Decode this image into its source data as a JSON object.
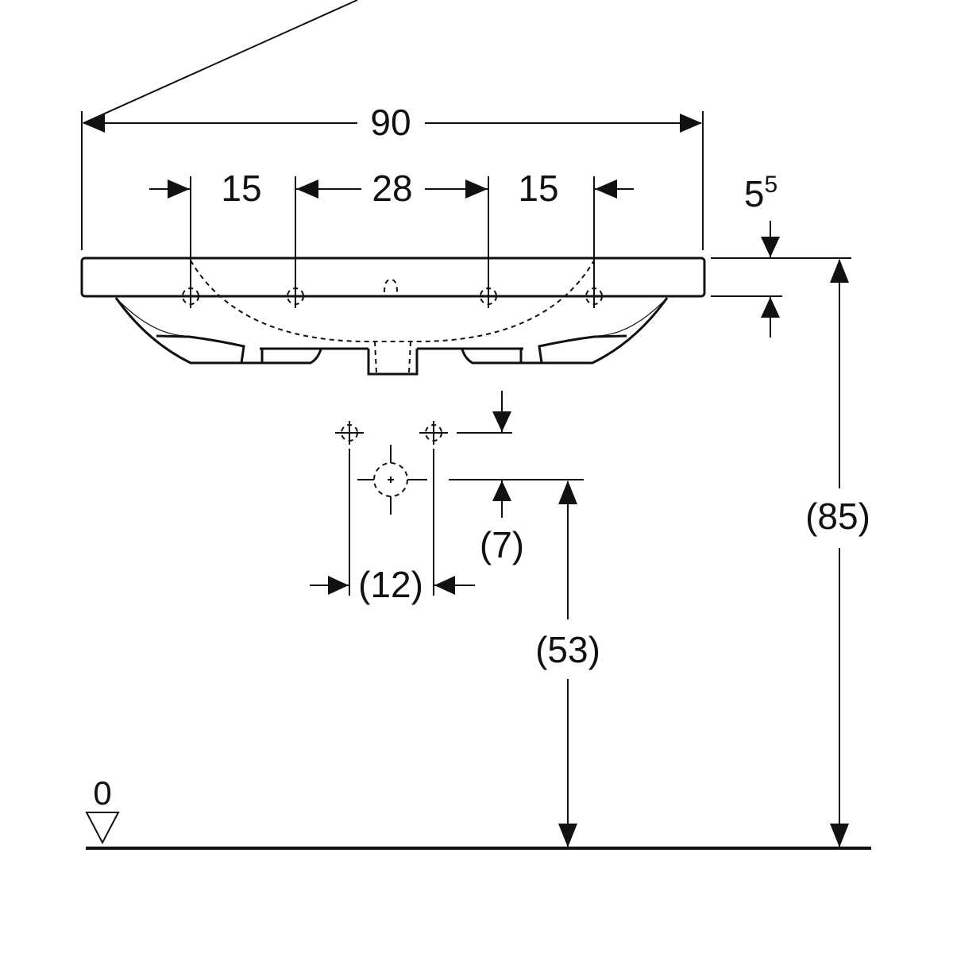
{
  "dimensions": {
    "overall_width": "90",
    "left_spacing": "15",
    "center_spacing": "28",
    "right_spacing": "15",
    "rim_height_base": "5",
    "rim_height_sup": "5",
    "total_height": "(85)",
    "drain_height": "(53)",
    "trap_offset": "(7)",
    "fixing_spacing": "(12)",
    "floor_level": "0"
  },
  "colors": {
    "line": "#111111",
    "background": "#ffffff"
  }
}
